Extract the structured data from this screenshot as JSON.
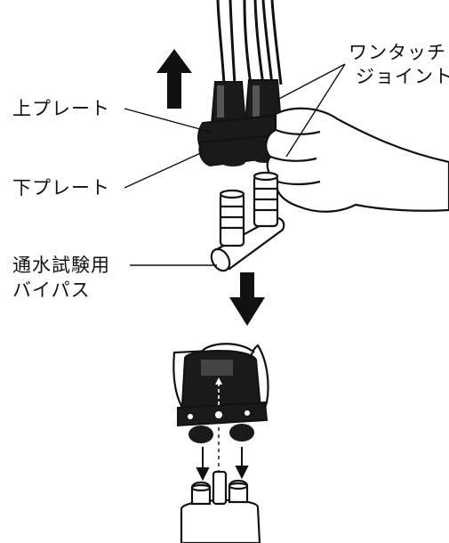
{
  "labels": {
    "upper_plate": "上プレート",
    "lower_plate": "下プレート",
    "bypass_line1": "通水試験用",
    "bypass_line2": "バイパス",
    "one_touch_line1": "ワンタッチ",
    "one_touch_line2": "ジョイント"
  },
  "colors": {
    "ink": "#111111",
    "dark_part": "#1a1a1a",
    "paper": "#ffffff"
  },
  "icons": {
    "arrow_up": "arrow-up-icon",
    "arrow_down": "arrow-down-icon"
  }
}
